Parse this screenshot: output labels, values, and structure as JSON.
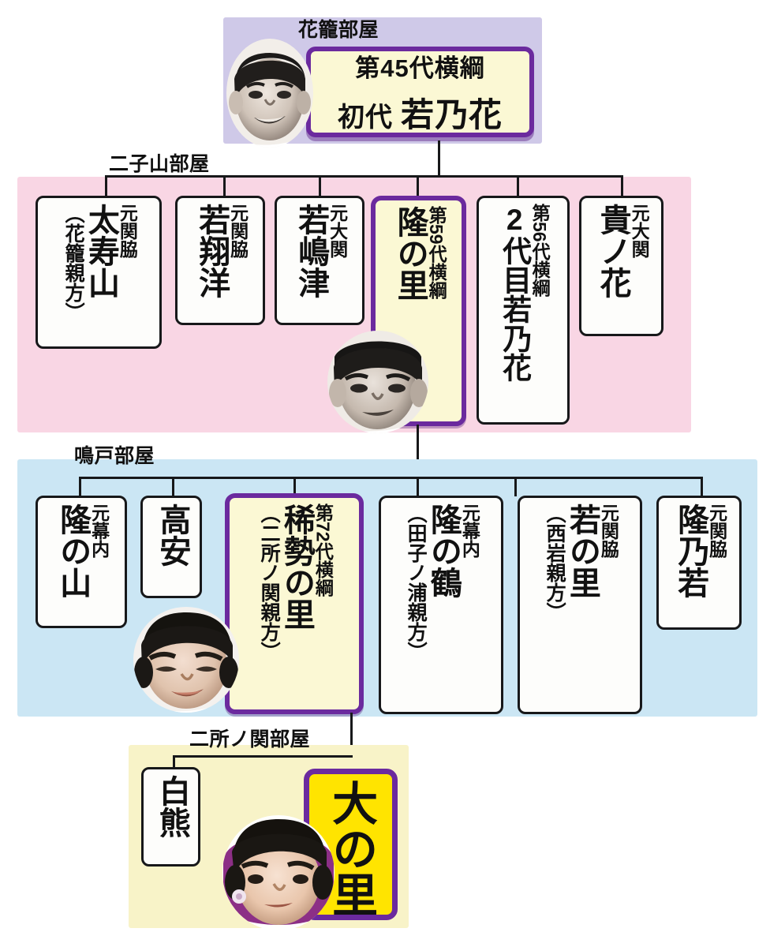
{
  "figure": {
    "title": "sumo-lineage-chart",
    "colors": {
      "band_purple": "#cfc9e8",
      "band_pink": "#f9d6e4",
      "band_blue": "#cbe6f4",
      "band_yellow": "#f8f3c8",
      "highlight_border": "#6b2a9e",
      "highlight_fill": "#fbf8d4",
      "gold_fill": "#ffe400",
      "box_fill": "#fdfdfb",
      "line": "#17181a"
    }
  },
  "generations": [
    {
      "stable_label": "花籠部屋",
      "members": [
        {
          "rank": "第45代横綱",
          "name_prefix": "初代",
          "name": "若乃花",
          "sub": "",
          "highlight": true,
          "portrait": true
        }
      ]
    },
    {
      "stable_label": "二子山部屋",
      "members": [
        {
          "rank": "元関脇",
          "name": "太寿山",
          "sub": "（花籠親方）",
          "highlight": false,
          "portrait": false
        },
        {
          "rank": "元関脇",
          "name": "若翔洋",
          "sub": "",
          "highlight": false,
          "portrait": false
        },
        {
          "rank": "元大関",
          "name": "若嶋津",
          "sub": "",
          "highlight": false,
          "portrait": false
        },
        {
          "rank": "第59代横綱",
          "name": "隆の里",
          "sub": "",
          "highlight": true,
          "portrait": true
        },
        {
          "rank": "第56代横綱",
          "name_prefix": "2代目",
          "name": "若乃花",
          "sub": "",
          "highlight": false,
          "portrait": false
        },
        {
          "rank": "元大関",
          "name": "貴ノ花",
          "sub": "",
          "highlight": false,
          "portrait": false
        }
      ]
    },
    {
      "stable_label": "鳴戸部屋",
      "members": [
        {
          "rank": "元幕内",
          "name": "隆の山",
          "sub": "",
          "highlight": false,
          "portrait": false
        },
        {
          "rank": "",
          "name": "高安",
          "sub": "",
          "highlight": false,
          "portrait": false
        },
        {
          "rank": "第72代横綱",
          "name": "稀勢の里",
          "sub": "（二所ノ関親方）",
          "highlight": true,
          "portrait": true
        },
        {
          "rank": "元幕内",
          "name": "隆の鶴",
          "sub": "（田子ノ浦親方）",
          "highlight": false,
          "portrait": false
        },
        {
          "rank": "元関脇",
          "name": "若の里",
          "sub": "（西岩親方）",
          "highlight": false,
          "portrait": false
        },
        {
          "rank": "元関脇",
          "name": "隆乃若",
          "sub": "",
          "highlight": false,
          "portrait": false
        }
      ]
    },
    {
      "stable_label": "二所ノ関部屋",
      "members": [
        {
          "rank": "",
          "name": "白熊",
          "sub": "",
          "highlight": false,
          "portrait": false
        },
        {
          "rank": "",
          "name": "大の里",
          "sub": "",
          "highlight": true,
          "gold": true,
          "portrait": true
        }
      ]
    }
  ]
}
